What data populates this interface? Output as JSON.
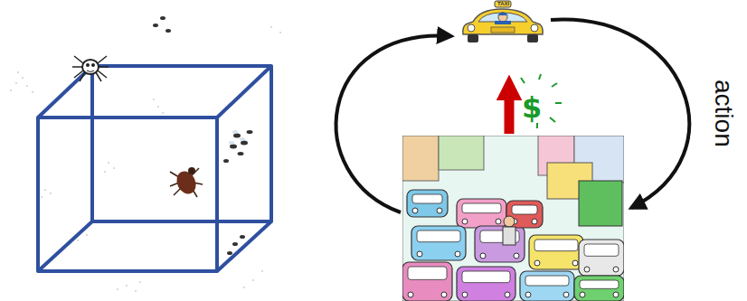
{
  "diagram": {
    "nodes": [
      {
        "text": [
          "TAXI"
        ]
      },
      {
        "text": []
      }
    ],
    "edges": [
      {
        "from": 0,
        "to": 1,
        "arrow": "to",
        "label": "action"
      },
      {
        "from": 1,
        "to": 0,
        "arrow": "to"
      },
      {
        "from": 1,
        "to": 0,
        "arrow": "to",
        "label": "$"
      }
    ]
  }
}
